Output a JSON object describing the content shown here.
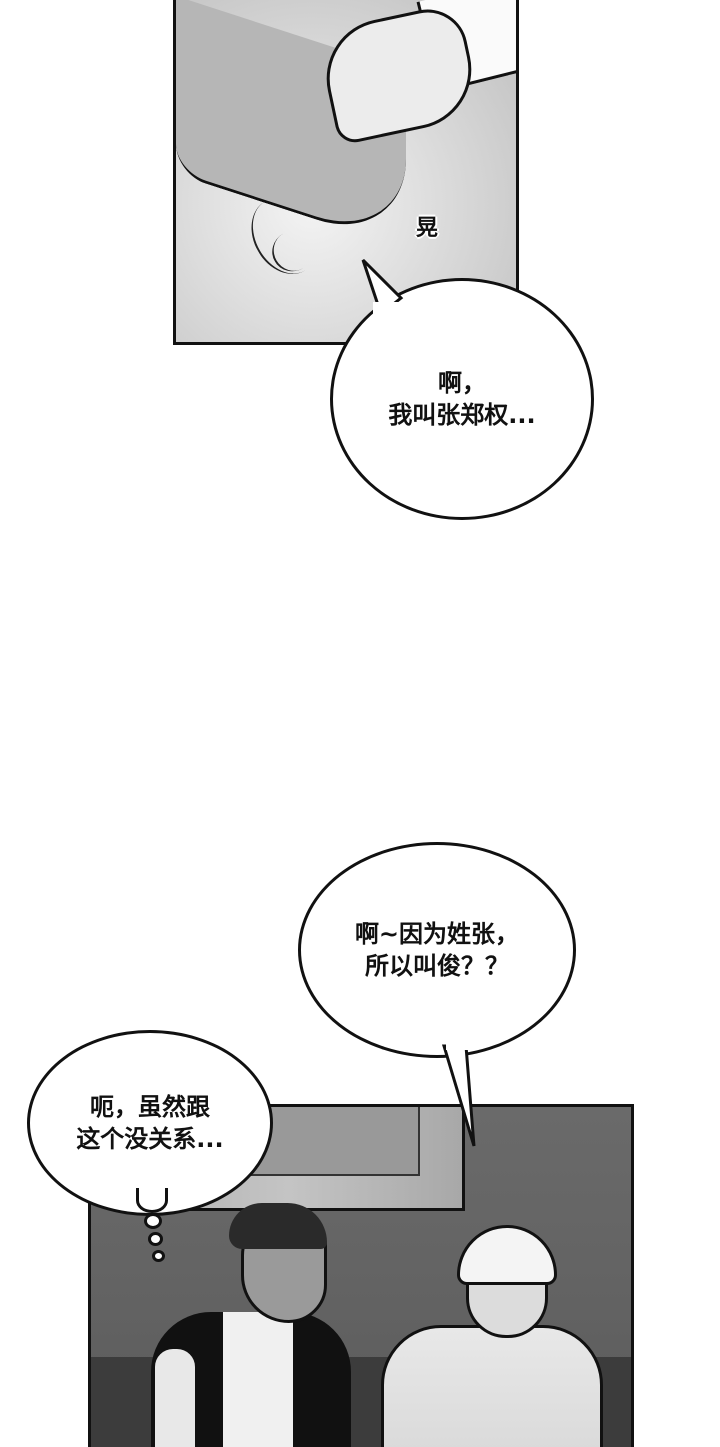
{
  "comic": {
    "panel1": {
      "description": "Close-up of two hands shaking",
      "sfx": "晃"
    },
    "bubble1": {
      "speaker": "blond man",
      "lines": [
        "啊，",
        "我叫张郑权..."
      ]
    },
    "bubble2": {
      "speaker": "dark-haired man",
      "lines": [
        "啊~因为姓张，",
        "所以叫俊？？"
      ]
    },
    "bubble3": {
      "type": "thought",
      "speaker": "blond man",
      "lines": [
        "呃，虽然跟",
        "这个没关系..."
      ]
    },
    "panel2": {
      "description": "Two men sitting on a sofa in front of a framed poster"
    },
    "colors": {
      "ink": "#111111",
      "paper": "#ffffff",
      "panel2_wall": "#666666",
      "bubble_fill": "#ffffff"
    }
  }
}
